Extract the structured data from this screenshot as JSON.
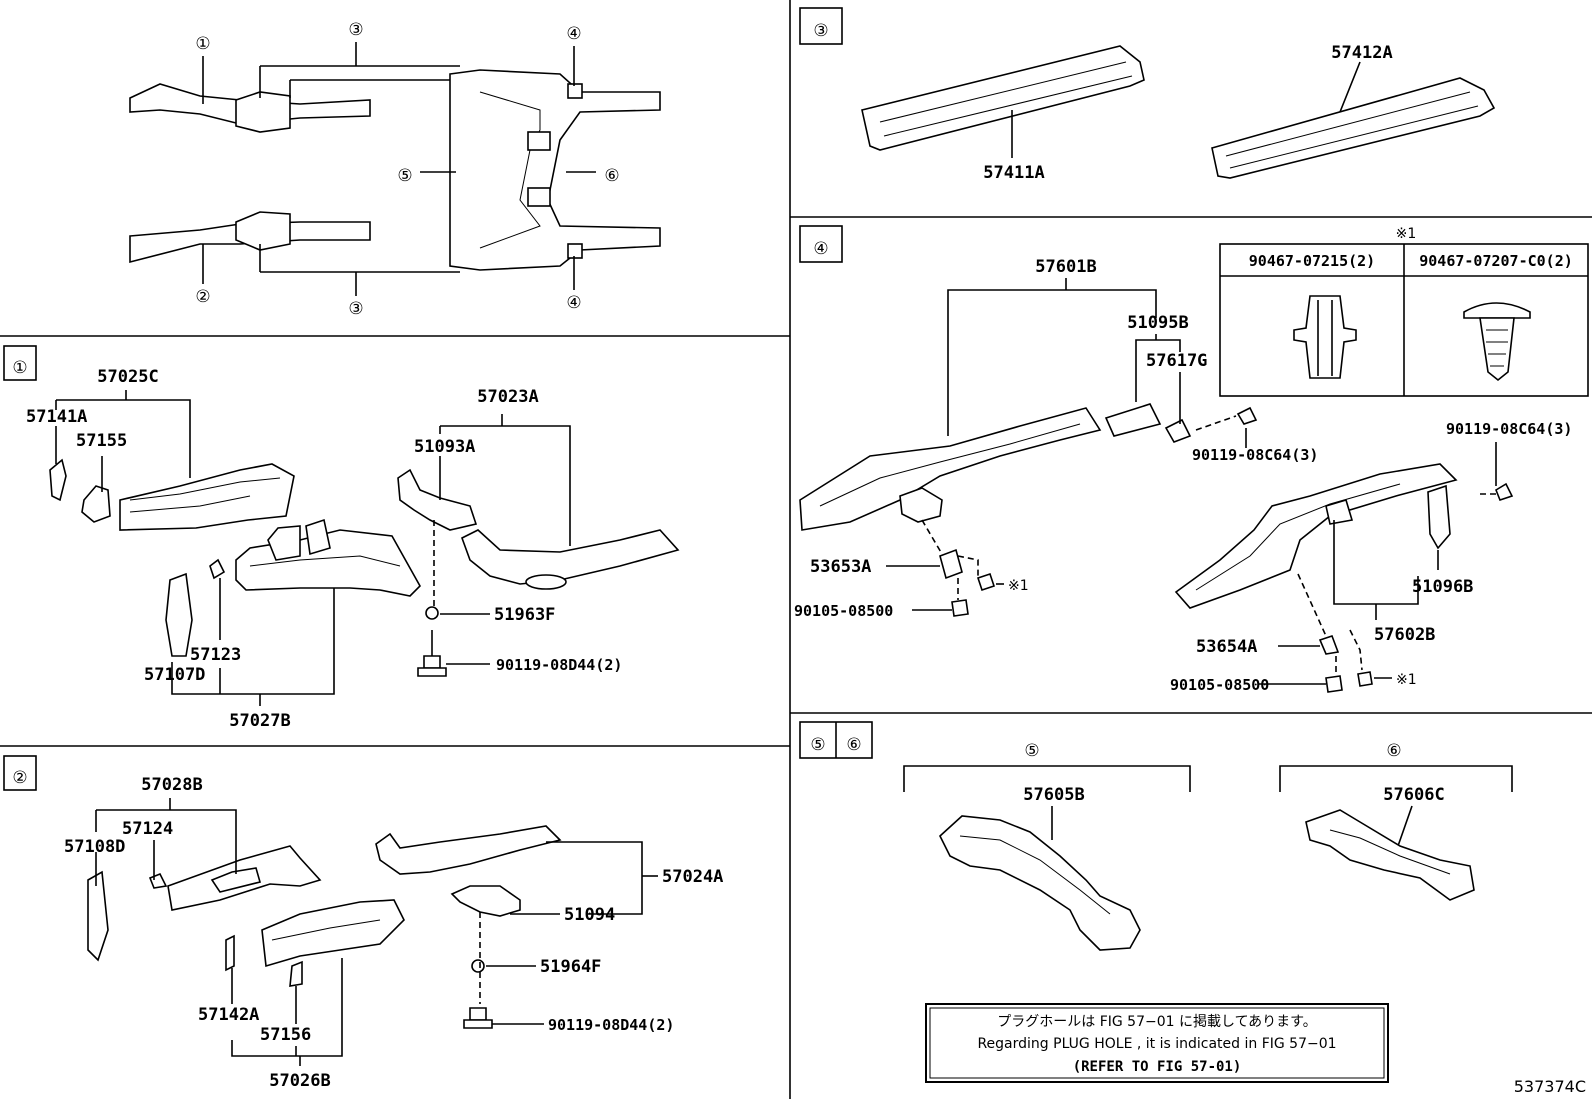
{
  "markers": {
    "m1": "①",
    "m2": "②",
    "m3": "③",
    "m4": "④",
    "m5": "⑤",
    "m6": "⑥"
  },
  "sections": {
    "s1": "①",
    "s2": "②",
    "s3": "③",
    "s4": "④",
    "s5": "⑤",
    "s6": "⑥"
  },
  "sec1": {
    "p57025C": "57025C",
    "p57141A": "57141A",
    "p57155": "57155",
    "p57023A": "57023A",
    "p51093A": "51093A",
    "p51963F": "51963F",
    "p57123": "57123",
    "p57107D": "57107D",
    "p90119_08D44": "90119-08D44(2)",
    "p57027B": "57027B"
  },
  "sec2": {
    "p57028B": "57028B",
    "p57124": "57124",
    "p57108D": "57108D",
    "p57024A": "57024A",
    "p51094": "51094",
    "p51964F": "51964F",
    "p57142A": "57142A",
    "p57156": "57156",
    "p90119_08D44": "90119-08D44(2)",
    "p57026B": "57026B"
  },
  "sec3": {
    "p57412A": "57412A",
    "p57411A": "57411A"
  },
  "sec4": {
    "note_mark": "※1",
    "clip1": "90467-07215(2)",
    "clip2": "90467-07207-C0(2)",
    "p57601B": "57601B",
    "p51095B": "51095B",
    "p57617G": "57617G",
    "p90119_08C64_a": "90119-08C64(3)",
    "p90119_08C64_b": "90119-08C64(3)",
    "p53653A": "53653A",
    "p90105_08500_a": "90105-08500",
    "ref1_a": "※1",
    "p51096B": "51096B",
    "p57602B": "57602B",
    "p53654A": "53654A",
    "p90105_08500_b": "90105-08500",
    "ref1_b": "※1"
  },
  "sec56": {
    "h5": "⑤",
    "h6": "⑥",
    "p57605B": "57605B",
    "p57606C": "57606C"
  },
  "note": {
    "jp": "プラグホールは FIG 57−01 に掲載してあります。",
    "en": "Regarding  PLUG  HOLE , it is indicated in FIG  57−01",
    "ref": "(REFER TO FIG 57-01)"
  },
  "catalog_id": "537374C"
}
